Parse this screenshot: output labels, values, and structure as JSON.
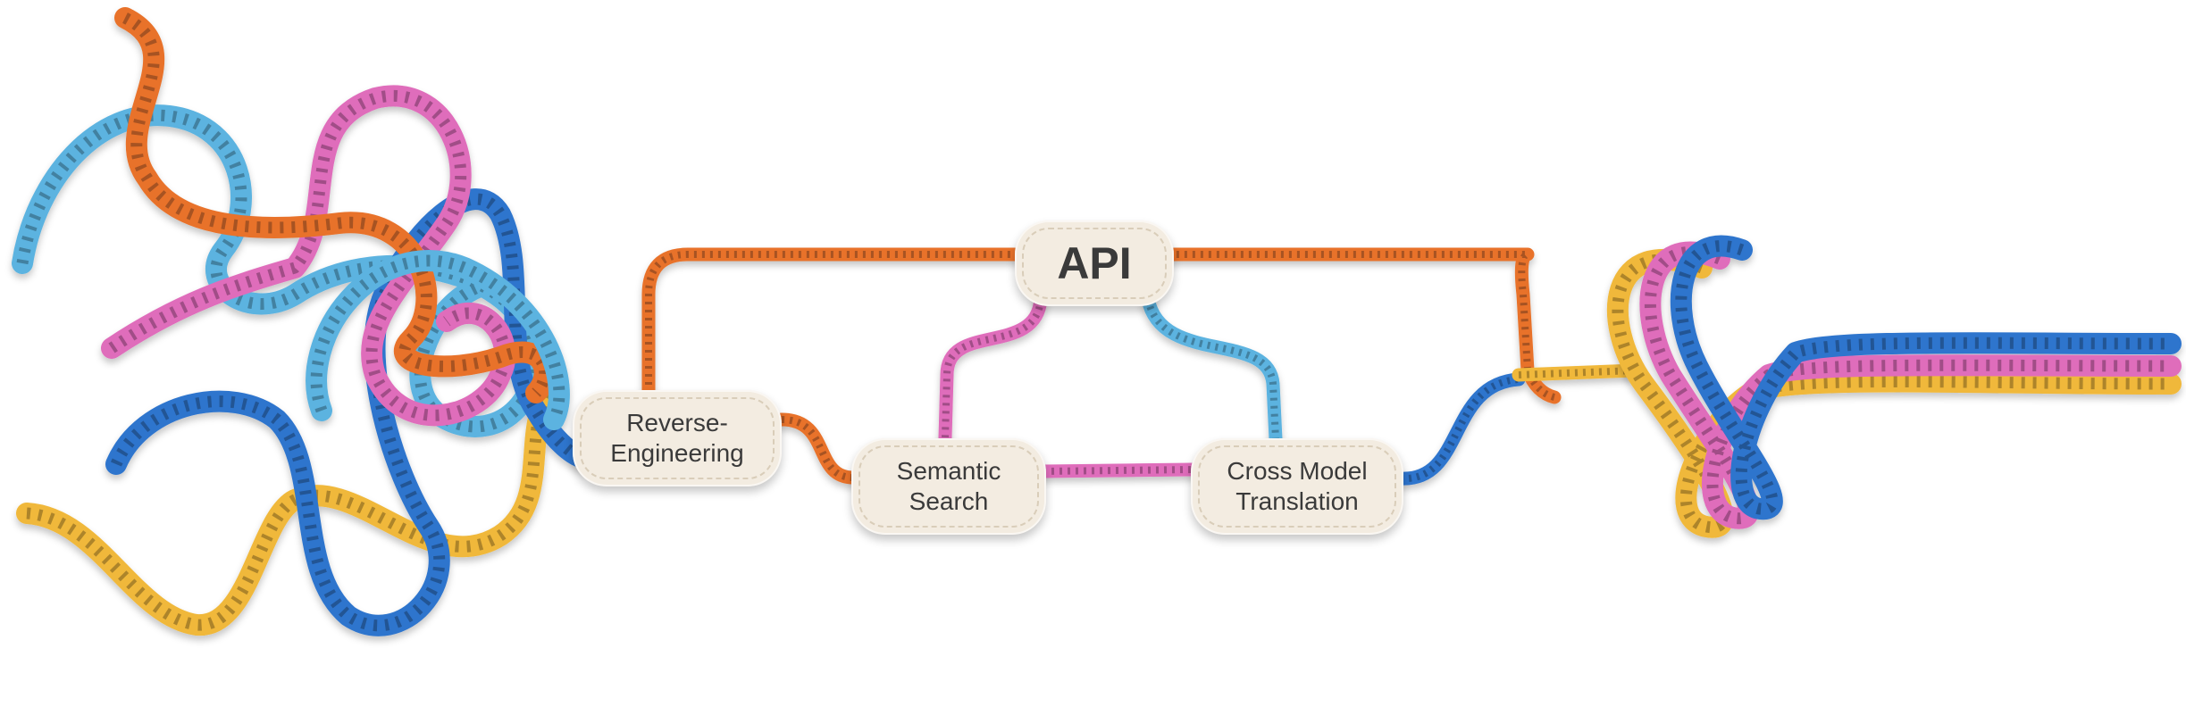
{
  "diagram": {
    "nodes": {
      "api": {
        "label": "API"
      },
      "reverse_engineering": {
        "label": "Reverse-\nEngineering"
      },
      "semantic_search": {
        "label": "Semantic\nSearch"
      },
      "cross_model_translation": {
        "label": "Cross Model\nTranslation"
      }
    },
    "colors": {
      "orange": "#e8722c",
      "pink": "#df6dbb",
      "light_blue": "#5cb3e0",
      "blue": "#2f74cd",
      "yellow": "#f0b83a",
      "node_fill": "#f3ece1",
      "node_text": "#3a3a3a"
    }
  }
}
